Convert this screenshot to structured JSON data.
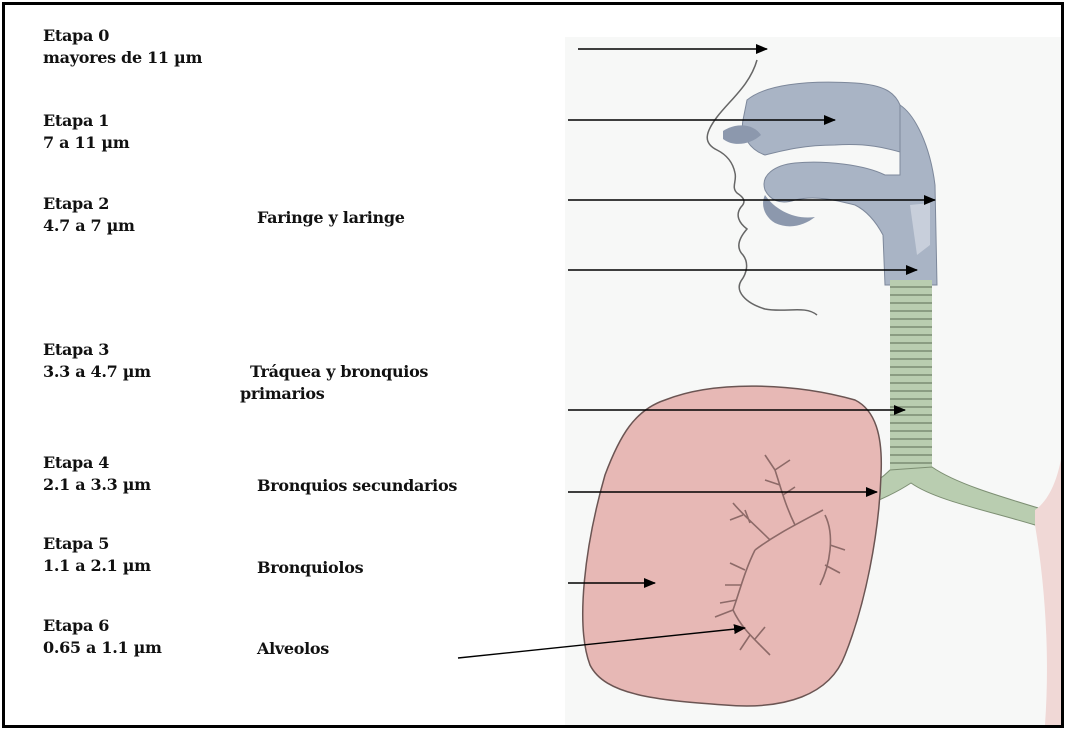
{
  "colors": {
    "airway": "#a9b4c5",
    "airway_dark": "#8c98ad",
    "trachea": "#b9cdb0",
    "lung": "#e7b8b5",
    "outline": "#555555",
    "arrow": "#000000"
  },
  "stages": [
    {
      "name": "Etapa 0",
      "range": "mayores de 11 µm",
      "region": ""
    },
    {
      "name": "Etapa 1",
      "range": "7 a 11 µm",
      "region": ""
    },
    {
      "name": "Etapa 2",
      "range": "4.7 a 7 µm",
      "region": "Faringe y laringe"
    },
    {
      "name": "Etapa 3",
      "range": "3.3 a 4.7 µm",
      "region_line1": "Tráquea y bronquios",
      "region_line2": "primarios"
    },
    {
      "name": "Etapa 4",
      "range": "2.1 a 3.3 µm",
      "region": "Bronquios secundarios"
    },
    {
      "name": "Etapa 5",
      "range": "1.1 a 2.1 µm",
      "region": "Bronquiolos"
    },
    {
      "name": "Etapa 6",
      "range": "0.65 a 1.1 µm",
      "region": "Alveolos"
    }
  ]
}
